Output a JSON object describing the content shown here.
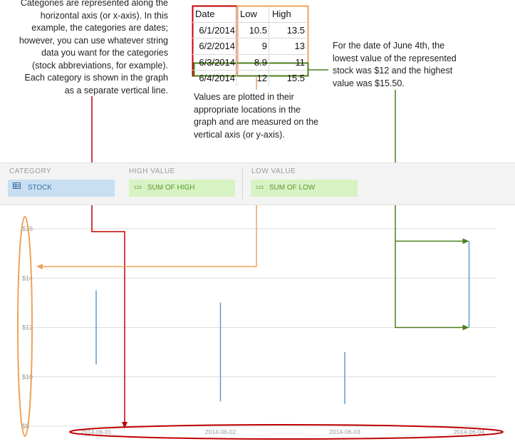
{
  "annotations": {
    "categories_lines": [
      "Categories are represented along the",
      "horizontal axis (or x-axis). In this",
      "example, the categories are dates;",
      "however, you can use whatever string",
      "data you want for the categories",
      "(stock abbreviations, for example).",
      "Each category is shown in the graph",
      "as a separate vertical line."
    ],
    "values_lines": [
      "Values are plotted in their",
      "appropriate locations in the",
      "graph and are measured on the",
      "vertical axis (or y-axis)."
    ],
    "june_lines": [
      "For the date of June 4th, the",
      "lowest value of the represented",
      "stock was $12 and the highest",
      "value was $15.50."
    ]
  },
  "table": {
    "headers": [
      "Date",
      "Low",
      "High"
    ],
    "rows": [
      [
        "6/1/2014",
        "10.5",
        "13.5"
      ],
      [
        "6/2/2014",
        "9",
        "13"
      ],
      [
        "6/3/2014",
        "8.9",
        "11"
      ],
      [
        "6/4/2014",
        "12",
        "15.5"
      ]
    ]
  },
  "field_wells": {
    "category": {
      "label": "CATEGORY",
      "field": "STOCK"
    },
    "high": {
      "label": "HIGH VALUE",
      "field": "SUM OF HIGH",
      "icon_text": "123"
    },
    "low": {
      "label": "LOW VALUE",
      "field": "SUM OF LOW",
      "icon_text": "123"
    }
  },
  "chart_data": {
    "type": "high-low",
    "categories": [
      "2014-06-01",
      "2014-06-02",
      "2014-06-03",
      "2014-06-04"
    ],
    "low": [
      10.5,
      9,
      8.9,
      12
    ],
    "high": [
      13.5,
      13,
      11,
      15.5
    ],
    "y_ticks": [
      8,
      10,
      12,
      14,
      16
    ],
    "y_tick_labels": [
      "$8",
      "$10",
      "$12",
      "$14",
      "$16"
    ],
    "ylim": [
      8,
      16
    ],
    "grid": true,
    "line_color": "#5b9bd5"
  },
  "colors": {
    "category_callout": "#c00000",
    "value_callout": "#f0a15a",
    "example_callout": "#4e7f1e",
    "grid": "#dcdcdc",
    "tick_text": "#999999"
  }
}
